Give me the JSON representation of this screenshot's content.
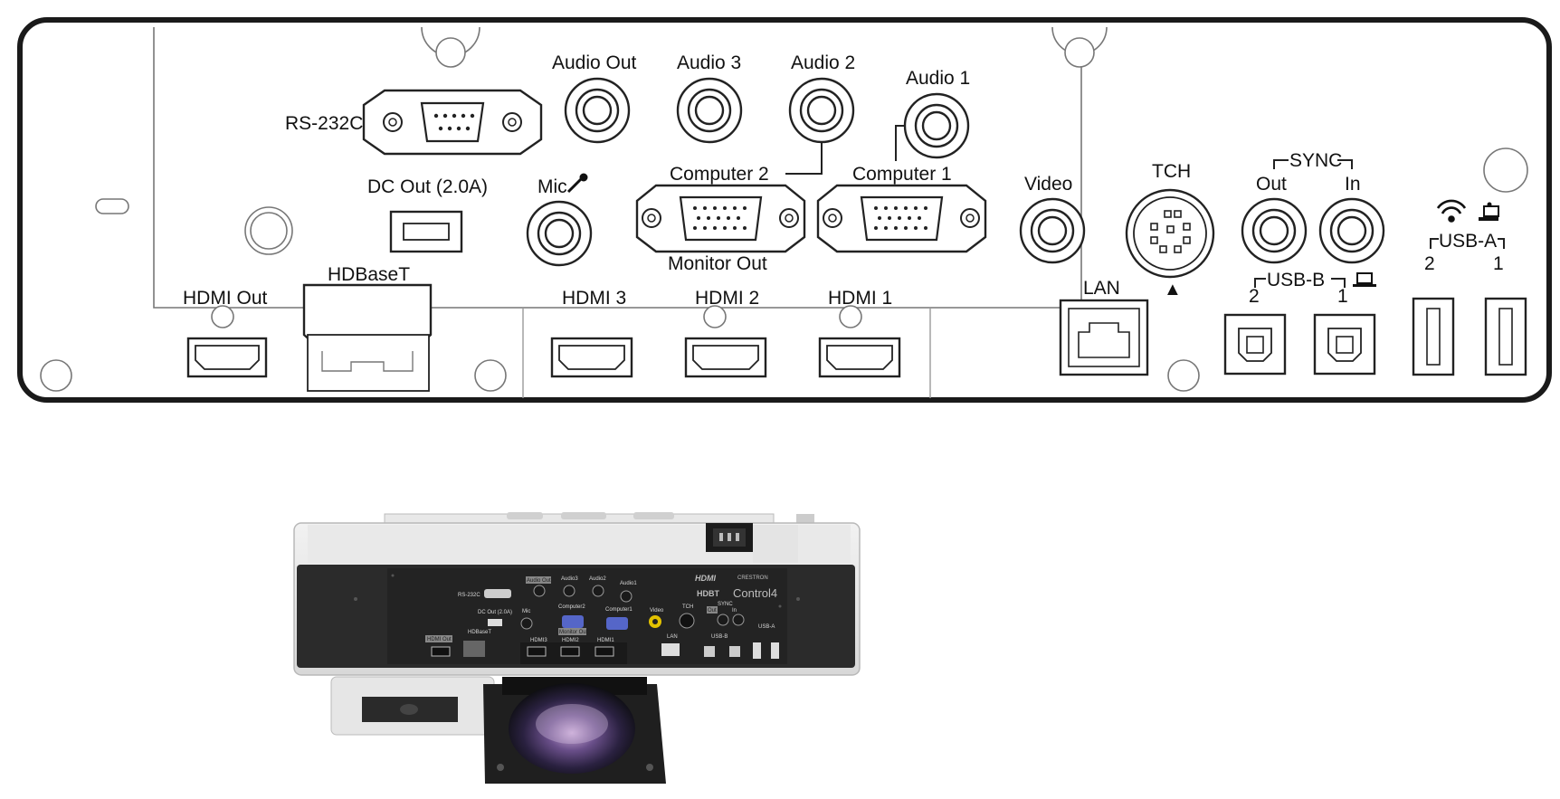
{
  "panel": {
    "labels": {
      "rs232c": "RS-232C",
      "audio_out": "Audio Out",
      "audio3": "Audio 3",
      "audio2": "Audio 2",
      "audio1": "Audio 1",
      "dc_out": "DC Out (2.0A)",
      "mic": "Mic",
      "computer2": "Computer 2",
      "computer1": "Computer 1",
      "monitor_out": "Monitor Out",
      "video": "Video",
      "tch": "TCH",
      "tch_arrow": "▲",
      "sync": "SYNC",
      "sync_out": "Out",
      "sync_in": "In",
      "usb_a": "USB-A",
      "usb_a_2": "2",
      "usb_a_1": "1",
      "usb_b": "USB-B",
      "usb_b_2": "2",
      "usb_b_1": "1",
      "lan": "LAN",
      "hdbaset": "HDBaseT",
      "hdmi_out": "HDMI Out",
      "hdmi3": "HDMI 3",
      "hdmi2": "HDMI 2",
      "hdmi1": "HDMI 1"
    },
    "icons": [
      "mic-icon",
      "wifi-icon",
      "presenter-icon",
      "laptop-icon"
    ]
  },
  "photo": {
    "labels": {
      "rs232c": "RS-232C",
      "audio_out": "Audio Out",
      "audio3": "Audio3",
      "audio2": "Audio2",
      "audio1": "Audio1",
      "dc_out": "DC Out (2.0A)",
      "mic": "Mic",
      "computer2": "Computer2",
      "computer1": "Computer1",
      "monitor_out": "Monitor Out",
      "video": "Video",
      "tch": "TCH",
      "sync": "SYNC",
      "out": "Out",
      "in": "In",
      "usb_b": "USB-B",
      "usb_a": "USB-A",
      "lan": "LAN",
      "hdbaset": "HDBaseT",
      "hdmi_out": "HDMI Out",
      "hdmi3": "HDMI3",
      "hdmi2": "HDMI2",
      "hdmi1": "HDMI1"
    },
    "badges": {
      "hdmi_logo": "HDMI",
      "hdbaset_logo": "HDBT",
      "crestron": "CRESTRON",
      "control4": "Control4"
    }
  },
  "colors": {
    "panel_outline": "#1a1a1a",
    "projector_body": "#e4e4e4",
    "io_panel": "#2b2b2b",
    "vga_blue": "#5566c8",
    "rca_yellow": "#e3c200"
  }
}
